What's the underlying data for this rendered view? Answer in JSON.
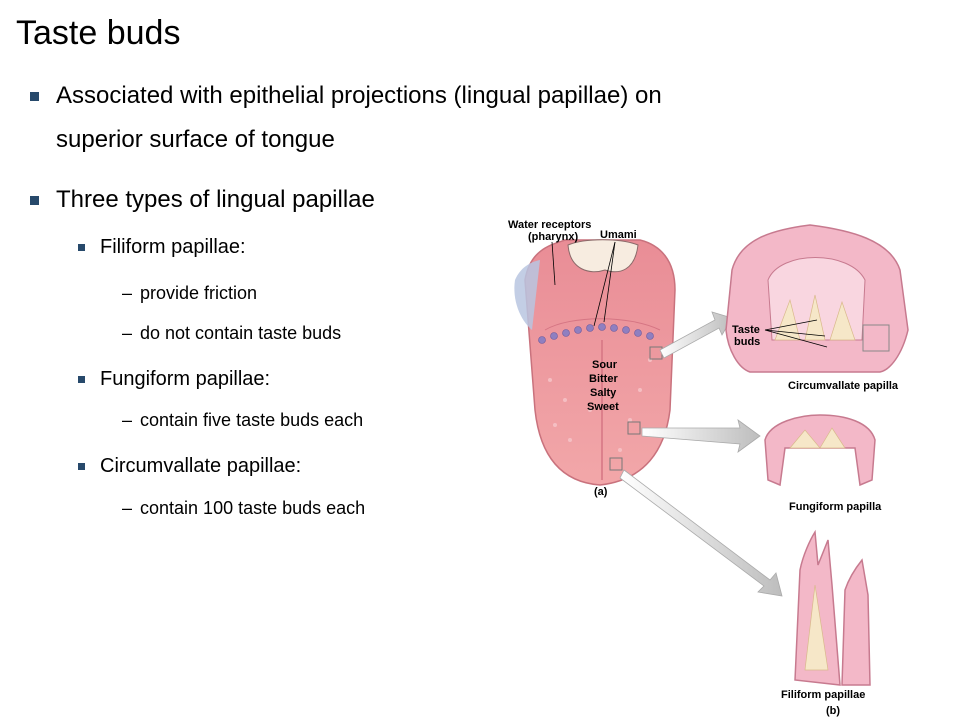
{
  "slide": {
    "title": "Taste buds",
    "bullets": [
      {
        "text_line1": "Associated with epithelial projections (lingual papillae) on",
        "text_line2": "superior surface of tongue"
      },
      {
        "text": "Three types of lingual papillae"
      }
    ],
    "subbullets": [
      {
        "label": "Filiform papillae:",
        "items": [
          "provide friction",
          "do not contain taste buds"
        ]
      },
      {
        "label": "Fungiform papillae:",
        "items": [
          "contain five taste buds each"
        ]
      },
      {
        "label": "Circumvallate papillae:",
        "items": [
          "contain 100 taste buds each"
        ]
      }
    ],
    "dash": "–"
  },
  "figure": {
    "labels": {
      "water_receptors_1": "Water receptors",
      "water_receptors_2": "(pharynx)",
      "umami": "Umami",
      "sour": "Sour",
      "bitter": "Bitter",
      "salty": "Salty",
      "sweet": "Sweet",
      "part_a": "(a)",
      "taste_1": "Taste",
      "taste_2": "buds",
      "circumvallate": "Circumvallate papilla",
      "fungiform": "Fungiform papilla",
      "filiform": "Filiform papillae",
      "part_b": "(b)"
    },
    "colors": {
      "tongue": "#f2a7a9",
      "tongue_dark": "#e57b86",
      "papilla": "#f3b8c8",
      "papilla_core": "#f6e7c8",
      "arrow": "#cfcfcf",
      "receptor_blue": "#b8c6e0",
      "taste_dot": "#8f7fc0"
    }
  }
}
